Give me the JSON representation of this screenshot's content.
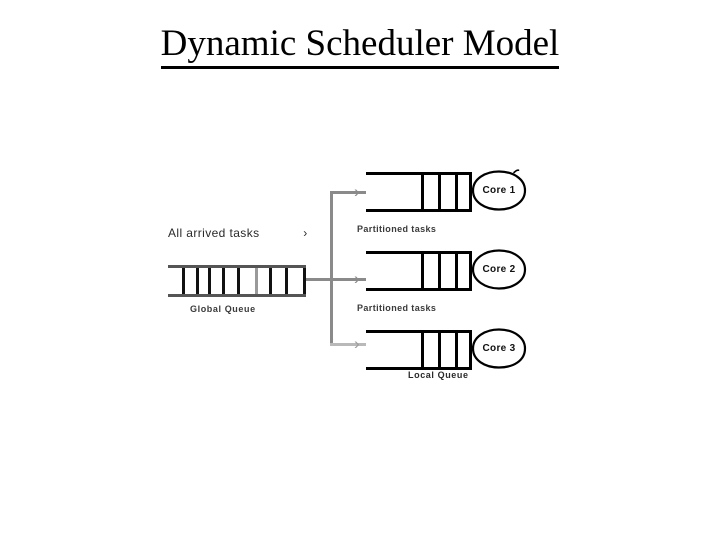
{
  "slide": {
    "title": "Dynamic Scheduler Model"
  },
  "diagram": {
    "global_queue": {
      "arrived_label": "All arrived tasks",
      "arrived_arrow_glyph": "›",
      "caption": "Global Queue",
      "cell_count": 9
    },
    "dispatch_arrow_glyph": "›",
    "rows": [
      {
        "queue_caption": "Partitioned tasks",
        "core_label": "Core 1",
        "cell_count": 3
      },
      {
        "queue_caption": "Partitioned tasks",
        "core_label": "Core 2",
        "cell_count": 3
      },
      {
        "queue_caption": "Local Queue",
        "core_label": "Core 3",
        "cell_count": 3
      }
    ]
  },
  "colors": {
    "background": "#ffffff",
    "text": "#000000",
    "queue_outline": "#000000",
    "global_queue_rail": "#555555",
    "connector": "#8a8a8a"
  }
}
